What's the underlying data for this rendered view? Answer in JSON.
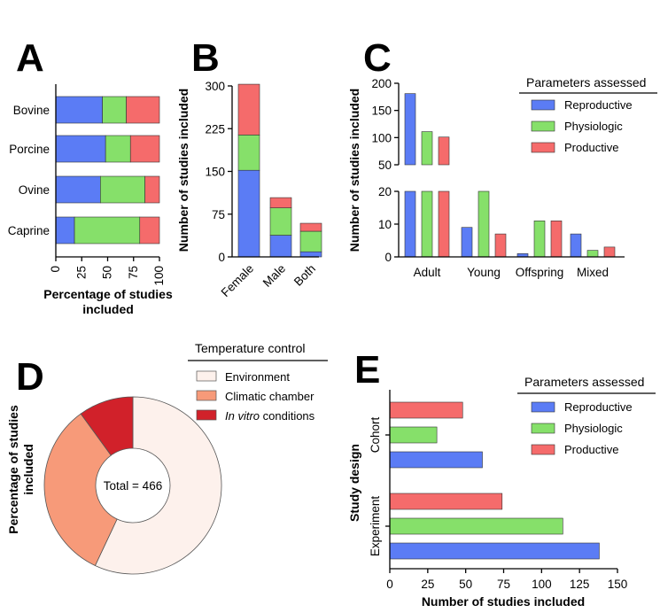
{
  "colors": {
    "reproductive": "#5b7cf5",
    "physiologic": "#86e06a",
    "productive": "#f56b6b",
    "environment": "#fdf1ec",
    "climatic": "#f79a79",
    "invitro": "#d1212a"
  },
  "chart_data": [
    {
      "panel": "A",
      "type": "bar",
      "orientation": "horizontal",
      "stacked": true,
      "categories": [
        "Bovine",
        "Porcine",
        "Ovine",
        "Caprine"
      ],
      "series": [
        {
          "key": "reproductive",
          "values": [
            45,
            48,
            43,
            18
          ]
        },
        {
          "key": "physiologic",
          "values": [
            23,
            24,
            43,
            63
          ]
        },
        {
          "key": "productive",
          "values": [
            32,
            28,
            14,
            19
          ]
        }
      ],
      "xlim": [
        0,
        100
      ],
      "xticks": [
        "0",
        "25",
        "50",
        "75",
        "100"
      ],
      "xlabel": "Percentage of studies included",
      "grid": false
    },
    {
      "panel": "B",
      "type": "bar",
      "stacked": true,
      "categories": [
        "Female",
        "Male",
        "Both"
      ],
      "series": [
        {
          "key": "reproductive",
          "values": [
            152,
            38,
            9
          ]
        },
        {
          "key": "physiologic",
          "values": [
            62,
            48,
            36
          ]
        },
        {
          "key": "productive",
          "values": [
            89,
            18,
            14
          ]
        }
      ],
      "ylim": [
        0,
        300
      ],
      "yticks": [
        "0",
        "75",
        "150",
        "225",
        "300"
      ],
      "ylabel": "Number of studies included",
      "grid": false
    },
    {
      "panel": "C",
      "type": "bar",
      "axis_break": "between 20 and 50",
      "categories": [
        "Adult",
        "Young",
        "Offspring",
        "Mixed"
      ],
      "series": [
        {
          "name": "Reproductive",
          "key": "reproductive",
          "values": [
            181,
            9,
            1,
            7
          ]
        },
        {
          "name": "Physiologic",
          "key": "physiologic",
          "values": [
            111,
            20,
            11,
            2
          ]
        },
        {
          "name": "Productive",
          "key": "productive",
          "values": [
            101,
            7,
            11,
            3
          ]
        }
      ],
      "yticks_lower": [
        "0",
        "10",
        "20"
      ],
      "yticks_upper": [
        "50",
        "100",
        "150",
        "200"
      ],
      "ylabel": "Number of studies included",
      "legend_title": "Parameters assessed",
      "legend_position": "top-right",
      "grid": false
    },
    {
      "panel": "D",
      "type": "pie",
      "donut": true,
      "center_label": "Total = 466",
      "ylabel": "Percentage of studies included",
      "legend_title": "Temperature control",
      "legend_position": "top-right",
      "slices": [
        {
          "name": "Environment",
          "key": "environment",
          "value": 57
        },
        {
          "name": "Climatic chamber",
          "key": "climatic",
          "value": 33
        },
        {
          "name": "In vitro conditions",
          "key": "invitro",
          "value": 10,
          "italic_prefix": "In vitro",
          "suffix": " conditions"
        }
      ]
    },
    {
      "panel": "E",
      "type": "bar",
      "orientation": "horizontal",
      "groups": [
        "Cohort",
        "Experiment"
      ],
      "series": [
        {
          "name": "Reproductive",
          "key": "reproductive",
          "values": [
            61,
            138
          ]
        },
        {
          "name": "Physiologic",
          "key": "physiologic",
          "values": [
            31,
            114
          ]
        },
        {
          "name": "Productive",
          "key": "productive",
          "values": [
            48,
            74
          ]
        }
      ],
      "xlim": [
        0,
        150
      ],
      "xticks": [
        "0",
        "25",
        "50",
        "75",
        "100",
        "125",
        "150"
      ],
      "xlabel": "Number of studies included",
      "ylabel": "Study design",
      "legend_title": "Parameters assessed",
      "legend_position": "top-right",
      "grid": false
    }
  ]
}
